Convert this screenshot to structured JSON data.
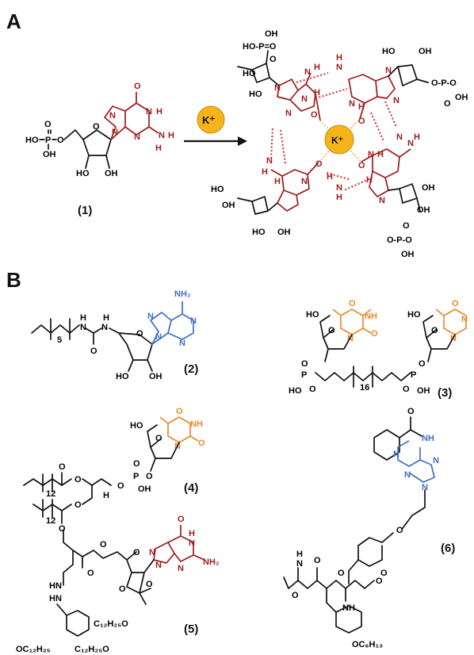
{
  "panels": {
    "a": "A",
    "b": "B"
  },
  "compounds": {
    "c1": "(1)",
    "c2": "(2)",
    "c3": "(3)",
    "c4": "(4)",
    "c5": "(5)",
    "c6": "(6)"
  },
  "ion": {
    "k": "K⁺"
  },
  "atoms": {
    "O": "O",
    "N": "N",
    "H": "H",
    "P": "P",
    "OH": "OH",
    "HO": "HO",
    "NH": "NH",
    "NH2": "NH₂",
    "HN": "HN",
    "OPO": "O-P-O",
    "HOPO": "HO-P=O",
    "OHtext": "O",
    "HNN": "HN"
  },
  "subs": {
    "n5": "5",
    "n16": "16",
    "n12a": "12",
    "n12b": "12"
  },
  "chains": {
    "c12h25o": "C₁₂H₂₅O",
    "oc12h25": "OC₁₂H₂₅",
    "c12h25o_b": "C₁₂H₂₅O",
    "oc6h13": "OC₆H₁₃"
  },
  "colors": {
    "guanine": "#9c1c1c",
    "adenine": "#3f6fc4",
    "thymine": "#e88a2a",
    "potassium": "#f4b41a",
    "hbond": "#d22a2a"
  }
}
